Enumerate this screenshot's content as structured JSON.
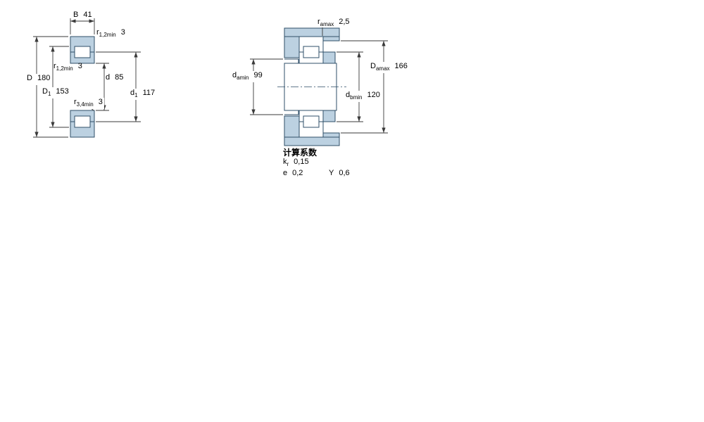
{
  "colors": {
    "part_fill": "#bcd1e1",
    "part_stroke": "#2f4f68",
    "dim_stroke": "#3a3a3a"
  },
  "left_figure": {
    "description": "bearing cross-section with boundary dimensions",
    "dims": {
      "B": {
        "sym": "B",
        "sub": "",
        "val": "41"
      },
      "r12_top": {
        "sym": "r",
        "sub": "1,2min",
        "val": "3"
      },
      "r12_left": {
        "sym": "r",
        "sub": "1,2min",
        "val": "3"
      },
      "d": {
        "sym": "d",
        "sub": "",
        "val": "85"
      },
      "D": {
        "sym": "D",
        "sub": "",
        "val": "180"
      },
      "D1": {
        "sym": "D",
        "sub": "1",
        "val": "153"
      },
      "r34": {
        "sym": "r",
        "sub": "3,4min",
        "val": "3"
      },
      "d1": {
        "sym": "d",
        "sub": "1",
        "val": "117"
      }
    }
  },
  "right_figure": {
    "description": "mounted bearing with abutment dimensions",
    "dims": {
      "ra": {
        "sym": "r",
        "sub": "amax",
        "val": "2,5"
      },
      "da": {
        "sym": "d",
        "sub": "amin",
        "val": "99"
      },
      "Da": {
        "sym": "D",
        "sub": "amax",
        "val": "166"
      },
      "db": {
        "sym": "d",
        "sub": "bmin",
        "val": "120"
      }
    }
  },
  "factors": {
    "title": "计算系数",
    "rows": [
      {
        "sym": "k",
        "sub": "r",
        "val": "0,15"
      },
      {
        "sym": "e",
        "sub": "",
        "val": "0,2"
      },
      {
        "sym": "Y",
        "sub": "",
        "val": "0,6"
      }
    ]
  }
}
